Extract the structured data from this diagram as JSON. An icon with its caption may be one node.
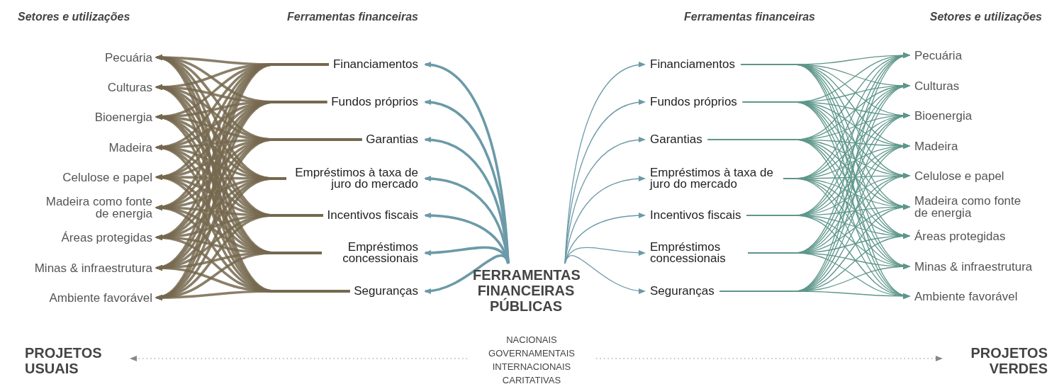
{
  "diagram": {
    "nodes": [
      {
        "text": [
          "Pecuária"
        ]
      },
      {
        "text": [
          "Culturas"
        ]
      },
      {
        "text": [
          "Bioenergia"
        ]
      },
      {
        "text": [
          "Madeira"
        ]
      },
      {
        "text": [
          "Celulose e papel"
        ]
      },
      {
        "text": [
          "Madeira como fonte de energia"
        ]
      },
      {
        "text": [
          "Áreas protegidas"
        ]
      },
      {
        "text": [
          "Minas & infraestrutura"
        ]
      },
      {
        "text": [
          "Ambiente favorável"
        ]
      },
      {
        "text": [
          "Financiamentos"
        ]
      },
      {
        "text": [
          "Fundos próprios"
        ]
      },
      {
        "text": [
          "Garantias"
        ]
      },
      {
        "text": [
          "Empréstimos à taxa de juro do mercado"
        ]
      },
      {
        "text": [
          "Incentivos fiscais"
        ]
      },
      {
        "text": [
          "Empréstimos concessionais"
        ]
      },
      {
        "text": [
          "Seguranças"
        ]
      },
      {
        "text": [
          "FERRAMENTAS FINANCEIRAS PÚBLICAS"
        ]
      },
      {
        "text": [
          "Financiamentos"
        ]
      },
      {
        "text": [
          "Fundos próprios"
        ]
      },
      {
        "text": [
          "Garantias"
        ]
      },
      {
        "text": [
          "Empréstimos à taxa de juro do mercado"
        ]
      },
      {
        "text": [
          "Incentivos fiscais"
        ]
      },
      {
        "text": [
          "Empréstimos concessionais"
        ]
      },
      {
        "text": [
          "Seguranças"
        ]
      },
      {
        "text": [
          "Pecuária"
        ]
      },
      {
        "text": [
          "Culturas"
        ]
      },
      {
        "text": [
          "Bioenergia"
        ]
      },
      {
        "text": [
          "Madeira"
        ]
      },
      {
        "text": [
          "Celulose e papel"
        ]
      },
      {
        "text": [
          "Madeira como fonte de energia"
        ]
      },
      {
        "text": [
          "Áreas protegidas"
        ]
      },
      {
        "text": [
          "Minas & infraestrutura"
        ]
      },
      {
        "text": [
          "Ambiente favorável"
        ]
      },
      {
        "text": [
          "PROJETOS USUAIS"
        ]
      },
      {
        "text": [
          "NACIONAIS",
          "GOVERNAMENTAIS",
          "INTERNACIONAIS",
          "CARITATIVAS"
        ]
      },
      {
        "text": [
          "PROJETOS VERDES"
        ]
      }
    ],
    "edges": [
      {
        "from": 16,
        "to": 9,
        "arrow": "to",
        "style": "thick",
        "color": "#6b9aa8"
      },
      {
        "from": 16,
        "to": 10,
        "arrow": "to",
        "style": "thick",
        "color": "#6b9aa8"
      },
      {
        "from": 16,
        "to": 11,
        "arrow": "to",
        "style": "thick",
        "color": "#6b9aa8"
      },
      {
        "from": 16,
        "to": 12,
        "arrow": "to",
        "style": "thick",
        "color": "#6b9aa8"
      },
      {
        "from": 16,
        "to": 13,
        "arrow": "to",
        "style": "thick",
        "color": "#6b9aa8"
      },
      {
        "from": 16,
        "to": 14,
        "arrow": "to",
        "style": "thick",
        "color": "#6b9aa8"
      },
      {
        "from": 16,
        "to": 15,
        "arrow": "to",
        "style": "thick",
        "color": "#6b9aa8"
      },
      {
        "from": 16,
        "to": 17,
        "arrow": "to",
        "color": "#6b9aa8"
      },
      {
        "from": 16,
        "to": 18,
        "arrow": "to",
        "color": "#6b9aa8"
      },
      {
        "from": 16,
        "to": 19,
        "arrow": "to",
        "color": "#6b9aa8"
      },
      {
        "from": 16,
        "to": 20,
        "arrow": "to",
        "color": "#6b9aa8"
      },
      {
        "from": 16,
        "to": 21,
        "arrow": "to",
        "color": "#6b9aa8"
      },
      {
        "from": 16,
        "to": 22,
        "arrow": "to",
        "color": "#6b9aa8"
      },
      {
        "from": 16,
        "to": 23,
        "arrow": "to",
        "color": "#6b9aa8"
      },
      {
        "from": 9,
        "to": 0,
        "arrow": "to",
        "style": "thick",
        "color": "#75684f"
      },
      {
        "from": 9,
        "to": 1,
        "arrow": "to",
        "style": "thick",
        "color": "#75684f"
      },
      {
        "from": 9,
        "to": 2,
        "arrow": "to",
        "style": "thick",
        "color": "#75684f"
      },
      {
        "from": 9,
        "to": 3,
        "arrow": "to",
        "style": "thick",
        "color": "#75684f"
      },
      {
        "from": 9,
        "to": 4,
        "arrow": "to",
        "style": "thick",
        "color": "#75684f"
      },
      {
        "from": 9,
        "to": 5,
        "arrow": "to",
        "style": "thick",
        "color": "#75684f"
      },
      {
        "from": 9,
        "to": 6,
        "arrow": "to",
        "style": "thick",
        "color": "#75684f"
      },
      {
        "from": 9,
        "to": 7,
        "arrow": "to",
        "style": "thick",
        "color": "#75684f"
      },
      {
        "from": 9,
        "to": 8,
        "arrow": "to",
        "style": "thick",
        "color": "#75684f"
      },
      {
        "from": 10,
        "to": 0,
        "arrow": "to",
        "style": "thick",
        "color": "#75684f"
      },
      {
        "from": 10,
        "to": 1,
        "arrow": "to",
        "style": "thick",
        "color": "#75684f"
      },
      {
        "from": 10,
        "to": 2,
        "arrow": "to",
        "style": "thick",
        "color": "#75684f"
      },
      {
        "from": 10,
        "to": 3,
        "arrow": "to",
        "style": "thick",
        "color": "#75684f"
      },
      {
        "from": 10,
        "to": 4,
        "arrow": "to",
        "style": "thick",
        "color": "#75684f"
      },
      {
        "from": 10,
        "to": 5,
        "arrow": "to",
        "style": "thick",
        "color": "#75684f"
      },
      {
        "from": 10,
        "to": 6,
        "arrow": "to",
        "style": "thick",
        "color": "#75684f"
      },
      {
        "from": 10,
        "to": 7,
        "arrow": "to",
        "style": "thick",
        "color": "#75684f"
      },
      {
        "from": 10,
        "to": 8,
        "arrow": "to",
        "style": "thick",
        "color": "#75684f"
      },
      {
        "from": 11,
        "to": 0,
        "arrow": "to",
        "style": "thick",
        "color": "#75684f"
      },
      {
        "from": 11,
        "to": 1,
        "arrow": "to",
        "style": "thick",
        "color": "#75684f"
      },
      {
        "from": 11,
        "to": 2,
        "arrow": "to",
        "style": "thick",
        "color": "#75684f"
      },
      {
        "from": 11,
        "to": 3,
        "arrow": "to",
        "style": "thick",
        "color": "#75684f"
      },
      {
        "from": 11,
        "to": 4,
        "arrow": "to",
        "style": "thick",
        "color": "#75684f"
      },
      {
        "from": 11,
        "to": 5,
        "arrow": "to",
        "style": "thick",
        "color": "#75684f"
      },
      {
        "from": 11,
        "to": 6,
        "arrow": "to",
        "style": "thick",
        "color": "#75684f"
      },
      {
        "from": 11,
        "to": 7,
        "arrow": "to",
        "style": "thick",
        "color": "#75684f"
      },
      {
        "from": 11,
        "to": 8,
        "arrow": "to",
        "style": "thick",
        "color": "#75684f"
      },
      {
        "from": 12,
        "to": 0,
        "arrow": "to",
        "style": "thick",
        "color": "#75684f"
      },
      {
        "from": 12,
        "to": 1,
        "arrow": "to",
        "style": "thick",
        "color": "#75684f"
      },
      {
        "from": 12,
        "to": 2,
        "arrow": "to",
        "style": "thick",
        "color": "#75684f"
      },
      {
        "from": 12,
        "to": 3,
        "arrow": "to",
        "style": "thick",
        "color": "#75684f"
      },
      {
        "from": 12,
        "to": 4,
        "arrow": "to",
        "style": "thick",
        "color": "#75684f"
      },
      {
        "from": 12,
        "to": 5,
        "arrow": "to",
        "style": "thick",
        "color": "#75684f"
      },
      {
        "from": 12,
        "to": 6,
        "arrow": "to",
        "style": "thick",
        "color": "#75684f"
      },
      {
        "from": 12,
        "to": 7,
        "arrow": "to",
        "style": "thick",
        "color": "#75684f"
      },
      {
        "from": 12,
        "to": 8,
        "arrow": "to",
        "style": "thick",
        "color": "#75684f"
      },
      {
        "from": 13,
        "to": 0,
        "arrow": "to",
        "style": "thick",
        "color": "#75684f"
      },
      {
        "from": 13,
        "to": 1,
        "arrow": "to",
        "style": "thick",
        "color": "#75684f"
      },
      {
        "from": 13,
        "to": 2,
        "arrow": "to",
        "style": "thick",
        "color": "#75684f"
      },
      {
        "from": 13,
        "to": 3,
        "arrow": "to",
        "style": "thick",
        "color": "#75684f"
      },
      {
        "from": 13,
        "to": 4,
        "arrow": "to",
        "style": "thick",
        "color": "#75684f"
      },
      {
        "from": 13,
        "to": 5,
        "arrow": "to",
        "style": "thick",
        "color": "#75684f"
      },
      {
        "from": 13,
        "to": 6,
        "arrow": "to",
        "style": "thick",
        "color": "#75684f"
      },
      {
        "from": 13,
        "to": 7,
        "arrow": "to",
        "style": "thick",
        "color": "#75684f"
      },
      {
        "from": 13,
        "to": 8,
        "arrow": "to",
        "style": "thick",
        "color": "#75684f"
      },
      {
        "from": 14,
        "to": 0,
        "arrow": "to",
        "style": "thick",
        "color": "#75684f"
      },
      {
        "from": 14,
        "to": 1,
        "arrow": "to",
        "style": "thick",
        "color": "#75684f"
      },
      {
        "from": 14,
        "to": 2,
        "arrow": "to",
        "style": "thick",
        "color": "#75684f"
      },
      {
        "from": 14,
        "to": 3,
        "arrow": "to",
        "style": "thick",
        "color": "#75684f"
      },
      {
        "from": 14,
        "to": 4,
        "arrow": "to",
        "style": "thick",
        "color": "#75684f"
      },
      {
        "from": 14,
        "to": 5,
        "arrow": "to",
        "style": "thick",
        "color": "#75684f"
      },
      {
        "from": 14,
        "to": 6,
        "arrow": "to",
        "style": "thick",
        "color": "#75684f"
      },
      {
        "from": 14,
        "to": 7,
        "arrow": "to",
        "style": "thick",
        "color": "#75684f"
      },
      {
        "from": 14,
        "to": 8,
        "arrow": "to",
        "style": "thick",
        "color": "#75684f"
      },
      {
        "from": 15,
        "to": 0,
        "arrow": "to",
        "style": "thick",
        "color": "#75684f"
      },
      {
        "from": 15,
        "to": 1,
        "arrow": "to",
        "style": "thick",
        "color": "#75684f"
      },
      {
        "from": 15,
        "to": 2,
        "arrow": "to",
        "style": "thick",
        "color": "#75684f"
      },
      {
        "from": 15,
        "to": 3,
        "arrow": "to",
        "style": "thick",
        "color": "#75684f"
      },
      {
        "from": 15,
        "to": 4,
        "arrow": "to",
        "style": "thick",
        "color": "#75684f"
      },
      {
        "from": 15,
        "to": 5,
        "arrow": "to",
        "style": "thick",
        "color": "#75684f"
      },
      {
        "from": 15,
        "to": 6,
        "arrow": "to",
        "style": "thick",
        "color": "#75684f"
      },
      {
        "from": 15,
        "to": 7,
        "arrow": "to",
        "style": "thick",
        "color": "#75684f"
      },
      {
        "from": 15,
        "to": 8,
        "arrow": "to",
        "style": "thick",
        "color": "#75684f"
      },
      {
        "from": 17,
        "to": 24,
        "arrow": "to",
        "color": "#5e978a"
      },
      {
        "from": 17,
        "to": 25,
        "arrow": "to",
        "color": "#5e978a"
      },
      {
        "from": 17,
        "to": 26,
        "arrow": "to",
        "color": "#5e978a"
      },
      {
        "from": 17,
        "to": 27,
        "arrow": "to",
        "color": "#5e978a"
      },
      {
        "from": 17,
        "to": 28,
        "arrow": "to",
        "color": "#5e978a"
      },
      {
        "from": 17,
        "to": 29,
        "arrow": "to",
        "color": "#5e978a"
      },
      {
        "from": 17,
        "to": 30,
        "arrow": "to",
        "color": "#5e978a"
      },
      {
        "from": 17,
        "to": 31,
        "arrow": "to",
        "color": "#5e978a"
      },
      {
        "from": 17,
        "to": 32,
        "arrow": "to",
        "color": "#5e978a"
      },
      {
        "from": 18,
        "to": 24,
        "arrow": "to",
        "color": "#5e978a"
      },
      {
        "from": 18,
        "to": 25,
        "arrow": "to",
        "color": "#5e978a"
      },
      {
        "from": 18,
        "to": 26,
        "arrow": "to",
        "color": "#5e978a"
      },
      {
        "from": 18,
        "to": 27,
        "arrow": "to",
        "color": "#5e978a"
      },
      {
        "from": 18,
        "to": 28,
        "arrow": "to",
        "color": "#5e978a"
      },
      {
        "from": 18,
        "to": 29,
        "arrow": "to",
        "color": "#5e978a"
      },
      {
        "from": 18,
        "to": 30,
        "arrow": "to",
        "color": "#5e978a"
      },
      {
        "from": 18,
        "to": 31,
        "arrow": "to",
        "color": "#5e978a"
      },
      {
        "from": 18,
        "to": 32,
        "arrow": "to",
        "color": "#5e978a"
      },
      {
        "from": 19,
        "to": 24,
        "arrow": "to",
        "color": "#5e978a"
      },
      {
        "from": 19,
        "to": 25,
        "arrow": "to",
        "color": "#5e978a"
      },
      {
        "from": 19,
        "to": 26,
        "arrow": "to",
        "color": "#5e978a"
      },
      {
        "from": 19,
        "to": 27,
        "arrow": "to",
        "color": "#5e978a"
      },
      {
        "from": 19,
        "to": 28,
        "arrow": "to",
        "color": "#5e978a"
      },
      {
        "from": 19,
        "to": 29,
        "arrow": "to",
        "color": "#5e978a"
      },
      {
        "from": 19,
        "to": 30,
        "arrow": "to",
        "color": "#5e978a"
      },
      {
        "from": 19,
        "to": 31,
        "arrow": "to",
        "color": "#5e978a"
      },
      {
        "from": 19,
        "to": 32,
        "arrow": "to",
        "color": "#5e978a"
      },
      {
        "from": 20,
        "to": 24,
        "arrow": "to",
        "color": "#5e978a"
      },
      {
        "from": 20,
        "to": 25,
        "arrow": "to",
        "color": "#5e978a"
      },
      {
        "from": 20,
        "to": 26,
        "arrow": "to",
        "color": "#5e978a"
      },
      {
        "from": 20,
        "to": 27,
        "arrow": "to",
        "color": "#5e978a"
      },
      {
        "from": 20,
        "to": 28,
        "arrow": "to",
        "color": "#5e978a"
      },
      {
        "from": 20,
        "to": 29,
        "arrow": "to",
        "color": "#5e978a"
      },
      {
        "from": 20,
        "to": 30,
        "arrow": "to",
        "color": "#5e978a"
      },
      {
        "from": 20,
        "to": 31,
        "arrow": "to",
        "color": "#5e978a"
      },
      {
        "from": 20,
        "to": 32,
        "arrow": "to",
        "color": "#5e978a"
      },
      {
        "from": 21,
        "to": 24,
        "arrow": "to",
        "color": "#5e978a"
      },
      {
        "from": 21,
        "to": 25,
        "arrow": "to",
        "color": "#5e978a"
      },
      {
        "from": 21,
        "to": 26,
        "arrow": "to",
        "color": "#5e978a"
      },
      {
        "from": 21,
        "to": 27,
        "arrow": "to",
        "color": "#5e978a"
      },
      {
        "from": 21,
        "to": 28,
        "arrow": "to",
        "color": "#5e978a"
      },
      {
        "from": 21,
        "to": 29,
        "arrow": "to",
        "color": "#5e978a"
      },
      {
        "from": 21,
        "to": 30,
        "arrow": "to",
        "color": "#5e978a"
      },
      {
        "from": 21,
        "to": 31,
        "arrow": "to",
        "color": "#5e978a"
      },
      {
        "from": 21,
        "to": 32,
        "arrow": "to",
        "color": "#5e978a"
      },
      {
        "from": 22,
        "to": 24,
        "arrow": "to",
        "color": "#5e978a"
      },
      {
        "from": 22,
        "to": 25,
        "arrow": "to",
        "color": "#5e978a"
      },
      {
        "from": 22,
        "to": 26,
        "arrow": "to",
        "color": "#5e978a"
      },
      {
        "from": 22,
        "to": 27,
        "arrow": "to",
        "color": "#5e978a"
      },
      {
        "from": 22,
        "to": 28,
        "arrow": "to",
        "color": "#5e978a"
      },
      {
        "from": 22,
        "to": 29,
        "arrow": "to",
        "color": "#5e978a"
      },
      {
        "from": 22,
        "to": 30,
        "arrow": "to",
        "color": "#5e978a"
      },
      {
        "from": 22,
        "to": 31,
        "arrow": "to",
        "color": "#5e978a"
      },
      {
        "from": 22,
        "to": 32,
        "arrow": "to",
        "color": "#5e978a"
      },
      {
        "from": 23,
        "to": 24,
        "arrow": "to",
        "color": "#5e978a"
      },
      {
        "from": 23,
        "to": 25,
        "arrow": "to",
        "color": "#5e978a"
      },
      {
        "from": 23,
        "to": 26,
        "arrow": "to",
        "color": "#5e978a"
      },
      {
        "from": 23,
        "to": 27,
        "arrow": "to",
        "color": "#5e978a"
      },
      {
        "from": 23,
        "to": 28,
        "arrow": "to",
        "color": "#5e978a"
      },
      {
        "from": 23,
        "to": 29,
        "arrow": "to",
        "color": "#5e978a"
      },
      {
        "from": 23,
        "to": 30,
        "arrow": "to",
        "color": "#5e978a"
      },
      {
        "from": 23,
        "to": 31,
        "arrow": "to",
        "color": "#5e978a"
      },
      {
        "from": 23,
        "to": 32,
        "arrow": "to",
        "color": "#5e978a"
      },
      {
        "from": 34,
        "to": 33,
        "arrow": "to",
        "style": "dashed",
        "color": "#888888"
      },
      {
        "from": 34,
        "to": 35,
        "arrow": "to",
        "style": "dashed",
        "color": "#888888"
      }
    ],
    "labels": [
      "Setores e utilizações",
      "Ferramentas financeiras",
      "Ferramentas financeiras",
      "Setores e utilizações"
    ]
  }
}
